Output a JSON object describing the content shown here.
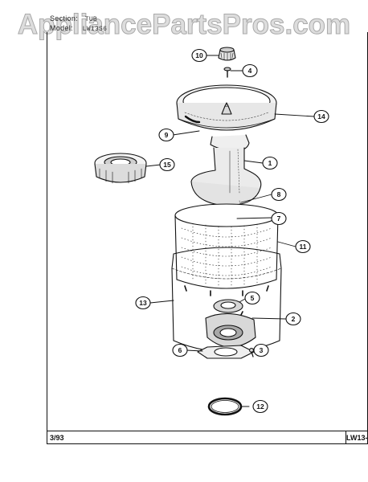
{
  "watermark": "AppliancePartsPros.com",
  "header": {
    "section_label": "Section:",
    "section_value": "TUB",
    "model_label": "Model:",
    "model_value": "LW13S6"
  },
  "footer": {
    "date": "3/93",
    "code": "LW13-"
  },
  "callouts": [
    "10",
    "4",
    "14",
    "9",
    "1",
    "15",
    "8",
    "7",
    "11",
    "13",
    "5",
    "2",
    "6",
    "3",
    "12"
  ],
  "colors": {
    "line": "#111111",
    "watermark": "#d8d8d8",
    "watermark_stroke": "#a8a8a8",
    "shade": "#e9e9e9"
  }
}
